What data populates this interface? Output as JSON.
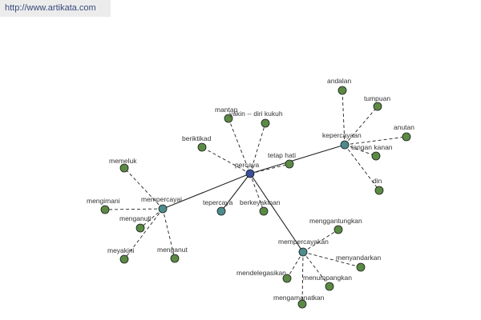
{
  "header": {
    "url_text": "http://www.artikata.com"
  },
  "colors": {
    "center": "#3a4f9a",
    "hub": "#4e8c8c",
    "leaf": "#5b8a45",
    "edge": "#222222",
    "label": "#333333"
  },
  "graph": {
    "nodes": [
      {
        "id": "percaya",
        "label": "percaya",
        "kind": "center"
      },
      {
        "id": "kepercayaan",
        "label": "kepercayaan",
        "kind": "hub"
      },
      {
        "id": "mempercayai",
        "label": "mempercayai",
        "kind": "hub"
      },
      {
        "id": "mempercayakan",
        "label": "mempercayakan",
        "kind": "hub"
      },
      {
        "id": "tepercaya",
        "label": "tepercaya",
        "kind": "hub"
      },
      {
        "id": "mantap",
        "label": "mantap",
        "kind": "leaf"
      },
      {
        "id": "yakin",
        "label": "yakin -- diri kukuh",
        "kind": "leaf"
      },
      {
        "id": "beriktikad",
        "label": "beriktikad",
        "kind": "leaf"
      },
      {
        "id": "tetap-hati",
        "label": "tetap hati",
        "kind": "leaf"
      },
      {
        "id": "berkeyakinan",
        "label": "berkeyakinan",
        "kind": "leaf"
      },
      {
        "id": "andalan",
        "label": "andalan",
        "kind": "leaf"
      },
      {
        "id": "tumpuan",
        "label": "tumpuan",
        "kind": "leaf"
      },
      {
        "id": "anutan",
        "label": "anutan",
        "kind": "leaf"
      },
      {
        "id": "tangan-kanan",
        "label": "tangan kanan",
        "kind": "leaf"
      },
      {
        "id": "din",
        "label": "din",
        "kind": "leaf"
      },
      {
        "id": "memeluk",
        "label": "memeluk",
        "kind": "leaf"
      },
      {
        "id": "mengimani",
        "label": "mengimani",
        "kind": "leaf"
      },
      {
        "id": "menganuti",
        "label": "menganuti",
        "kind": "leaf"
      },
      {
        "id": "meyakini",
        "label": "meyakini",
        "kind": "leaf"
      },
      {
        "id": "menganut",
        "label": "menganut",
        "kind": "leaf"
      },
      {
        "id": "menggantungkan",
        "label": "menggantungkan",
        "kind": "leaf"
      },
      {
        "id": "menyandarkan",
        "label": "menyandarkan",
        "kind": "leaf"
      },
      {
        "id": "mendelegasikan",
        "label": "mendelegasikan",
        "kind": "leaf"
      },
      {
        "id": "menumpangkan",
        "label": "menumpangkan",
        "kind": "leaf"
      },
      {
        "id": "mengamanatkan",
        "label": "mengamanatkan",
        "kind": "leaf"
      }
    ],
    "edges": [
      {
        "from": "percaya",
        "to": "kepercayaan",
        "style": "solid"
      },
      {
        "from": "percaya",
        "to": "mempercayai",
        "style": "solid"
      },
      {
        "from": "percaya",
        "to": "mempercayakan",
        "style": "solid"
      },
      {
        "from": "percaya",
        "to": "tepercaya",
        "style": "solid"
      },
      {
        "from": "percaya",
        "to": "mantap",
        "style": "dashed"
      },
      {
        "from": "percaya",
        "to": "yakin",
        "style": "dashed"
      },
      {
        "from": "percaya",
        "to": "beriktikad",
        "style": "dashed"
      },
      {
        "from": "percaya",
        "to": "tetap-hati",
        "style": "dashed"
      },
      {
        "from": "percaya",
        "to": "berkeyakinan",
        "style": "dashed"
      },
      {
        "from": "kepercayaan",
        "to": "andalan",
        "style": "dashed"
      },
      {
        "from": "kepercayaan",
        "to": "tumpuan",
        "style": "dashed"
      },
      {
        "from": "kepercayaan",
        "to": "anutan",
        "style": "dashed"
      },
      {
        "from": "kepercayaan",
        "to": "tangan-kanan",
        "style": "dashed"
      },
      {
        "from": "kepercayaan",
        "to": "din",
        "style": "dashed"
      },
      {
        "from": "mempercayai",
        "to": "memeluk",
        "style": "dashed"
      },
      {
        "from": "mempercayai",
        "to": "mengimani",
        "style": "dashed"
      },
      {
        "from": "mempercayai",
        "to": "menganuti",
        "style": "dashed"
      },
      {
        "from": "mempercayai",
        "to": "meyakini",
        "style": "dashed"
      },
      {
        "from": "mempercayai",
        "to": "menganut",
        "style": "dashed"
      },
      {
        "from": "mempercayakan",
        "to": "menggantungkan",
        "style": "dashed"
      },
      {
        "from": "mempercayakan",
        "to": "menyandarkan",
        "style": "dashed"
      },
      {
        "from": "mempercayakan",
        "to": "mendelegasikan",
        "style": "dashed"
      },
      {
        "from": "mempercayakan",
        "to": "menumpangkan",
        "style": "dashed"
      },
      {
        "from": "mempercayakan",
        "to": "mengamanatkan",
        "style": "dashed"
      }
    ]
  }
}
